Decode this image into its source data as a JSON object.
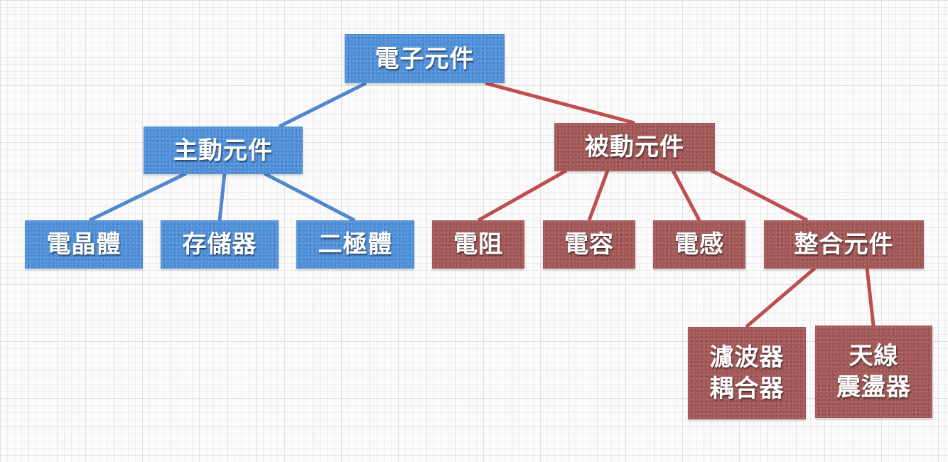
{
  "colors": {
    "active": "#4e8fd8",
    "active_line": "#4f88cf",
    "passive": "#a35858",
    "passive_line": "#bf4e4e"
  },
  "nodes": {
    "root": "電子元件",
    "active": "主動元件",
    "passive": "被動元件",
    "transistor": "電晶體",
    "memory": "存儲器",
    "diode": "二極體",
    "resistor": "電阻",
    "capacitor": "電容",
    "inductor": "電感",
    "integrated": "整合元件",
    "filter_coupler": "濾波器\n耦合器",
    "antenna_oscillator": "天線\n震盪器"
  }
}
